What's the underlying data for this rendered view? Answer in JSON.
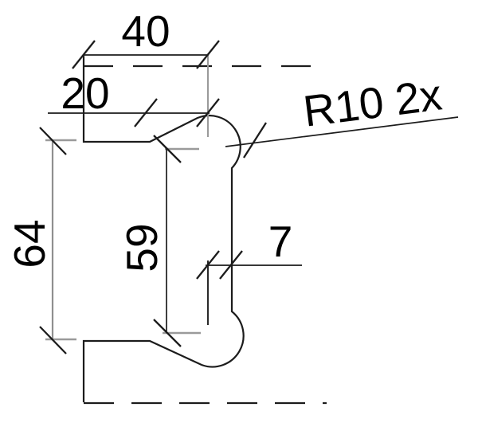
{
  "labels": {
    "width_top": "40",
    "step_width": "20",
    "opening_height": "64",
    "throat_height": "59",
    "lip_depth": "7",
    "fillet_radius": "R10 2x"
  },
  "colors": {
    "background": "#ffffff",
    "outline": "#1c1c1c",
    "dimension": "#1c1c1c",
    "dimension_alt": "#8f8f8f",
    "extension": "#9a9a9a",
    "text": "#000000"
  }
}
